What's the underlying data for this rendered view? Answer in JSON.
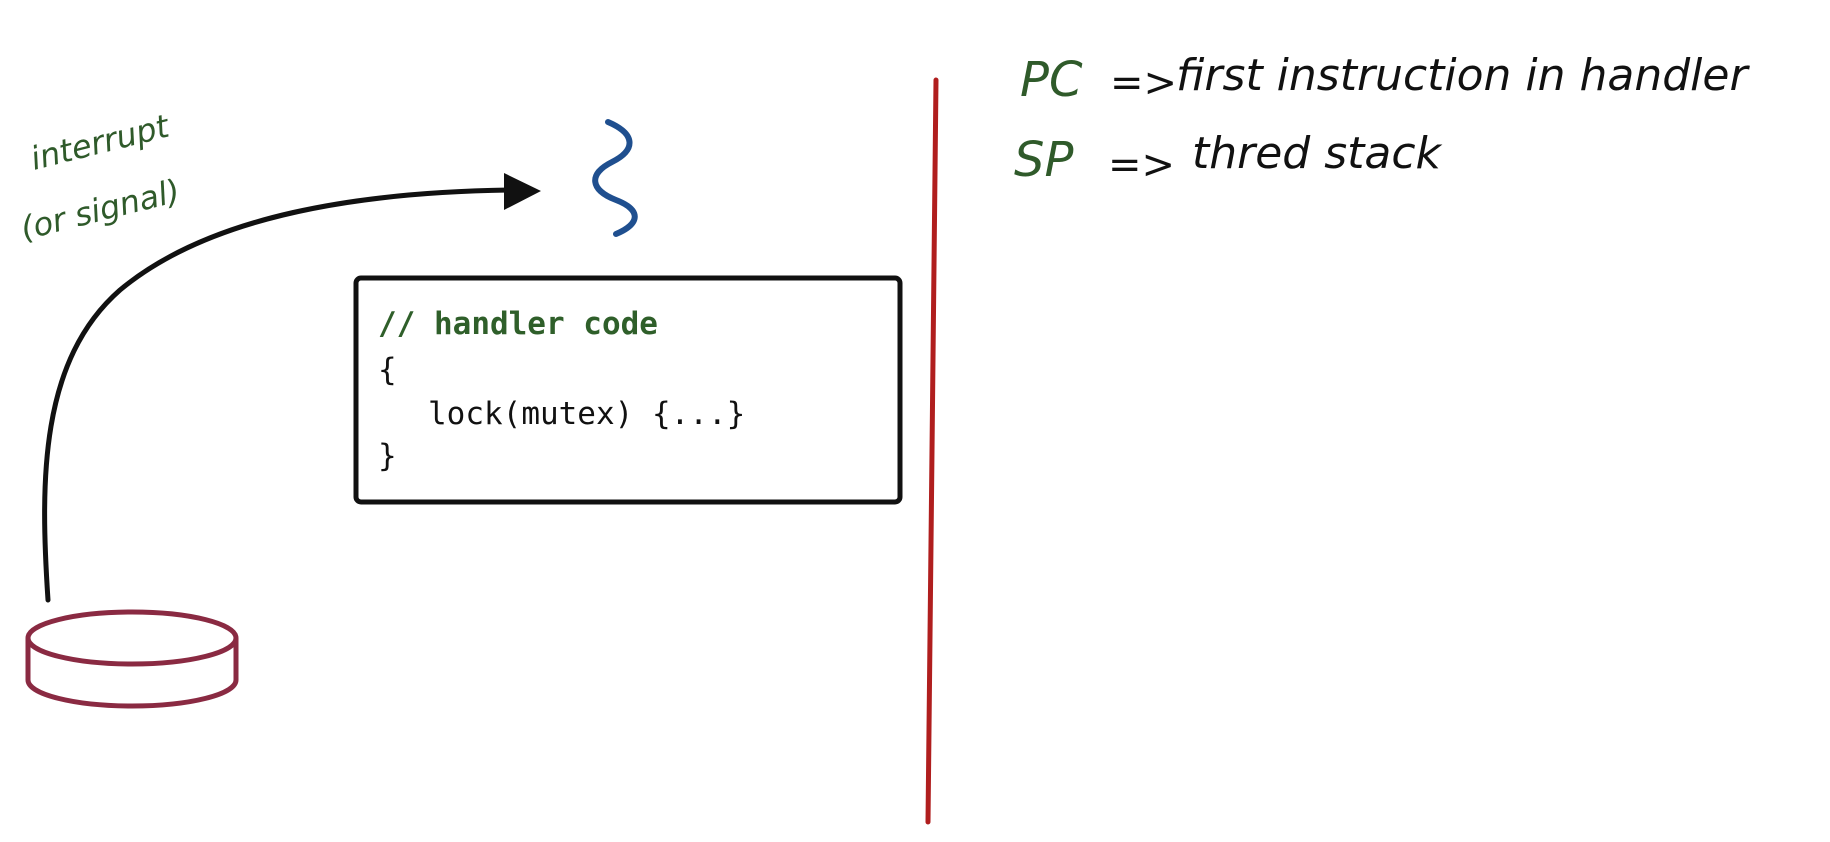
{
  "annotation": {
    "interrupt_line1": "interrupt",
    "interrupt_line2": "(or signal)"
  },
  "code_box": {
    "comment": "// handler code",
    "line1": "{",
    "line2": "lock(mutex) {...}",
    "line3": "}"
  },
  "notes": [
    {
      "register": "PC",
      "arrow": "=>",
      "text": "first instruction in handler"
    },
    {
      "register": "SP",
      "arrow": "=>",
      "text": "thred stack"
    }
  ],
  "colors": {
    "green_text": "#2f5a2a",
    "code_green": "#2f5f2a",
    "black": "#111111",
    "divider_red": "#b01e1e",
    "device_maroon": "#8a2a42",
    "thread_blue": "#1f4f8f"
  }
}
